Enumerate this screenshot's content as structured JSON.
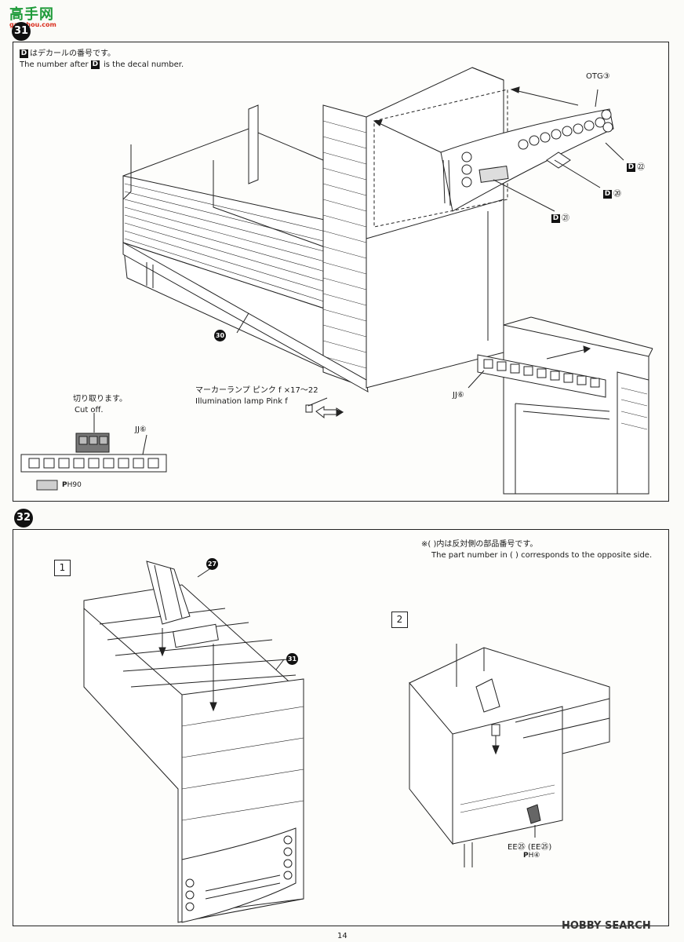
{
  "watermark": {
    "logo_text": "高手网",
    "logo_sub": "gaoshou.com"
  },
  "step31": {
    "number": "31",
    "decal_badge": "D",
    "note_jp": "はデカールの番号です。",
    "note_en_pre": "The number after ",
    "note_en_post": " is the decal number.",
    "otg_label": "OTG③",
    "d22": "㉒",
    "d20": "⑳",
    "d21": "㉑",
    "part30": "30",
    "lamp_jp": "マーカーランプ ピンク f ×17〜22",
    "lamp_en": "Illumination lamp Pink f",
    "jj6_right": "JJ⑥",
    "cut_jp": "切り取ります。",
    "cut_en": "Cut off.",
    "jj6_left": "JJ⑥",
    "paint_ref": "H90",
    "paint_letter": "P"
  },
  "step32": {
    "number": "32",
    "note_jp": "※(    )内は反対側の部品番号です。",
    "note_en": "The part number in (    ) corresponds to the opposite side.",
    "sub1": "1",
    "sub2": "2",
    "part27": "27",
    "part31": "31",
    "ee_label": "EE㉕ (EE㉕)",
    "paint_letter": "P",
    "paint_ref": "H④"
  },
  "footer": {
    "page_number": "14",
    "hobby_logo": "HOBBY SEARCH"
  }
}
